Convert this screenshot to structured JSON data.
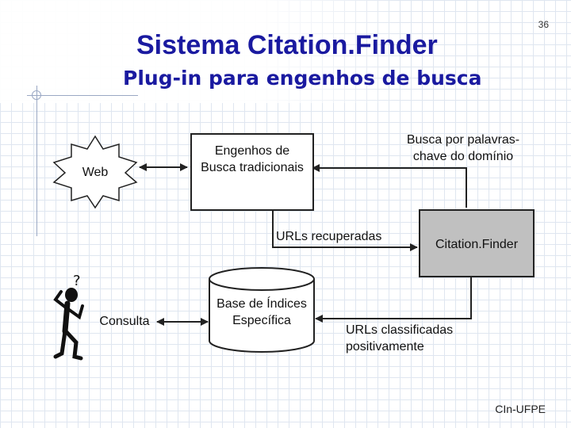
{
  "slide": {
    "title": "Sistema Citation.Finder",
    "subtitle": "Plug-in para engenhos de busca",
    "page_number": "36",
    "footer": "CIn-UFPE"
  },
  "diagram": {
    "web_label": "Web",
    "engines_label": "Engenhos de Busca tradicionais",
    "keyword_search_label": "Busca por palavras-chave do domínio",
    "retrieved_urls_label": "URLs recuperadas",
    "citation_finder_label": "Citation.Finder",
    "classified_urls_label": "URLs classificadas positivamente",
    "database_label": "Base de Índices Específica",
    "query_label": "Consulta",
    "colors": {
      "title": "#1a1aa0",
      "citation_finder_fill": "#c0c0c0",
      "stroke": "#222222"
    }
  }
}
